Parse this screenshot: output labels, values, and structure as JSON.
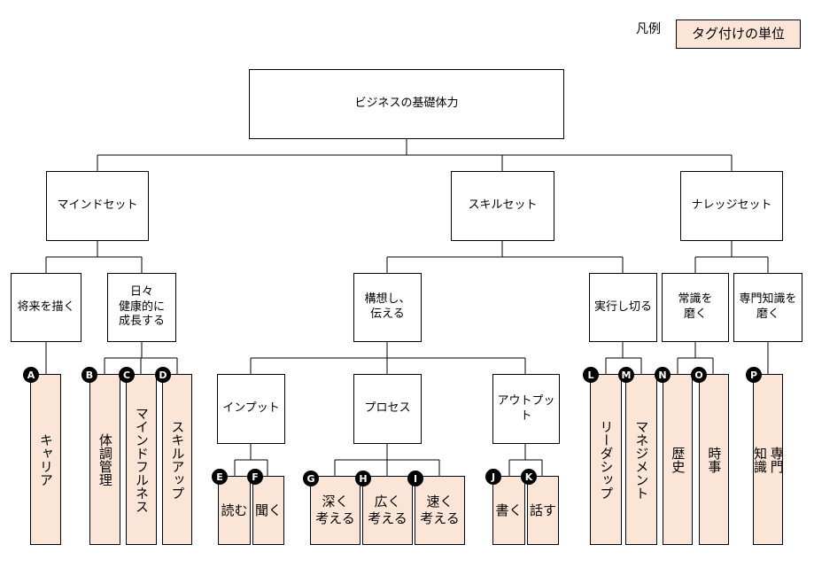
{
  "legend": {
    "label": "凡例",
    "tag_unit": "タグ付けの単位"
  },
  "root": "ビジネスの基礎体力",
  "level1": {
    "mindset": "マインドセット",
    "skillset": "スキルセット",
    "knowledgeset": "ナレッジセット"
  },
  "level2": {
    "future": "将来を描く",
    "growth": "日々\n健康的に\n成長する",
    "conceive": "構想し、\n伝える",
    "execute": "実行し切る",
    "common": "常識を\n磨く",
    "expertise": "専門知識を\n磨く"
  },
  "process": {
    "input": "インプット",
    "process": "プロセス",
    "output": "アウトプット"
  },
  "tags": [
    {
      "letter": "A",
      "label": "キャリア"
    },
    {
      "letter": "B",
      "label": "体調管理"
    },
    {
      "letter": "C",
      "label": "マインドフルネス"
    },
    {
      "letter": "D",
      "label": "スキルアップ"
    },
    {
      "letter": "E",
      "label": "読む"
    },
    {
      "letter": "F",
      "label": "聞く"
    },
    {
      "letter": "G",
      "label": "深く\n考える"
    },
    {
      "letter": "H",
      "label": "広く\n考える"
    },
    {
      "letter": "I",
      "label": "速く\n考える"
    },
    {
      "letter": "J",
      "label": "書く"
    },
    {
      "letter": "K",
      "label": "話す"
    },
    {
      "letter": "L",
      "label": "リーダシップ"
    },
    {
      "letter": "M",
      "label": "マネジメント"
    },
    {
      "letter": "N",
      "label": "歴史"
    },
    {
      "letter": "O",
      "label": "時事"
    },
    {
      "letter": "P",
      "label": "専門\n知識"
    }
  ]
}
